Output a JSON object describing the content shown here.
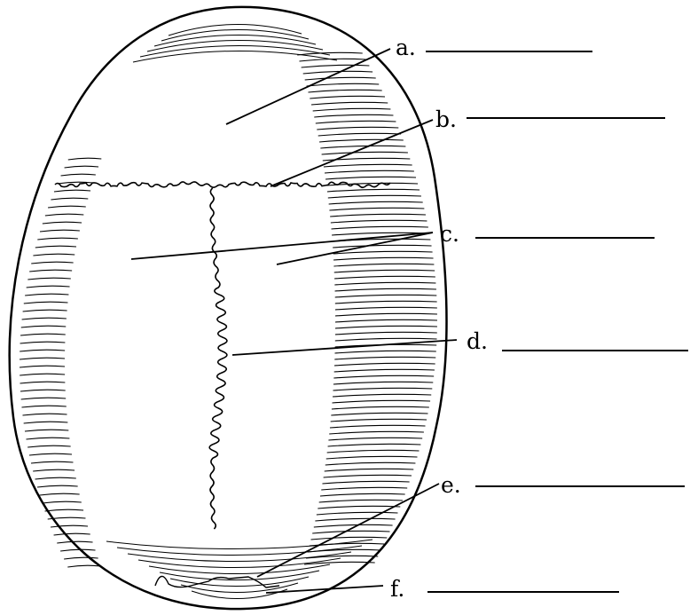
{
  "diagram": {
    "labels": [
      {
        "id": "a",
        "text": "a."
      },
      {
        "id": "b",
        "text": "b."
      },
      {
        "id": "c",
        "text": "c."
      },
      {
        "id": "d",
        "text": "d."
      },
      {
        "id": "e",
        "text": "e."
      },
      {
        "id": "f",
        "text": "f."
      }
    ]
  },
  "colors": {
    "ink": "#000000",
    "background": "#ffffff"
  }
}
